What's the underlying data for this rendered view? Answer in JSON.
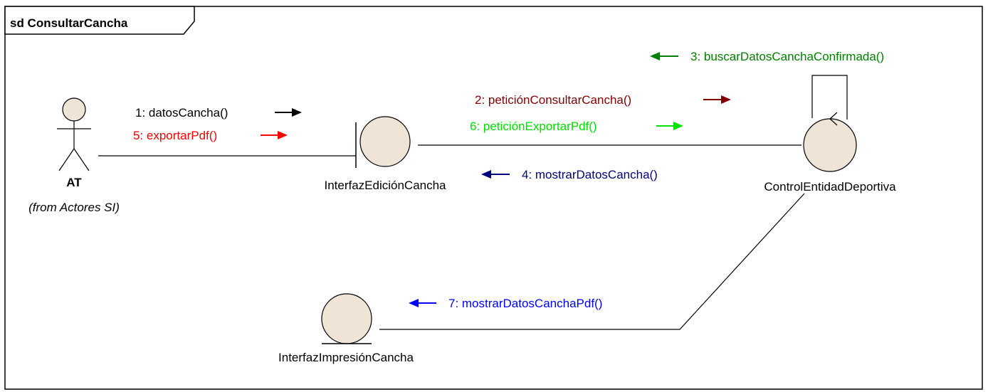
{
  "frame": {
    "title": "sd ConsultarCancha"
  },
  "actor": {
    "name": "AT",
    "from": "(from Actores SI)"
  },
  "objects": {
    "boundary_edicion": "InterfazEdiciónCancha",
    "control": "ControlEntidadDeportiva",
    "entity_impresion": "InterfazImpresiónCancha"
  },
  "messages": [
    {
      "label": "1: datosCancha()",
      "color": "#000000",
      "direction": "right"
    },
    {
      "label": "5: exportarPdf()",
      "color": "#ff0000",
      "direction": "right"
    },
    {
      "label": "2: peticiónConsultarCancha()",
      "color": "#800000",
      "direction": "right"
    },
    {
      "label": "6: peticiónExportarPdf()",
      "color": "#00e000",
      "direction": "right"
    },
    {
      "label": "3: buscarDatosCanchaConfirmada()",
      "color": "#008000",
      "direction": "left"
    },
    {
      "label": "4: mostrarDatosCancha()",
      "color": "#000080",
      "direction": "left"
    },
    {
      "label": "7: mostrarDatosCanchaPdf()",
      "color": "#0000ff",
      "direction": "left"
    }
  ],
  "colors": {
    "object_fill": "#efe4d6",
    "line": "#000000"
  }
}
